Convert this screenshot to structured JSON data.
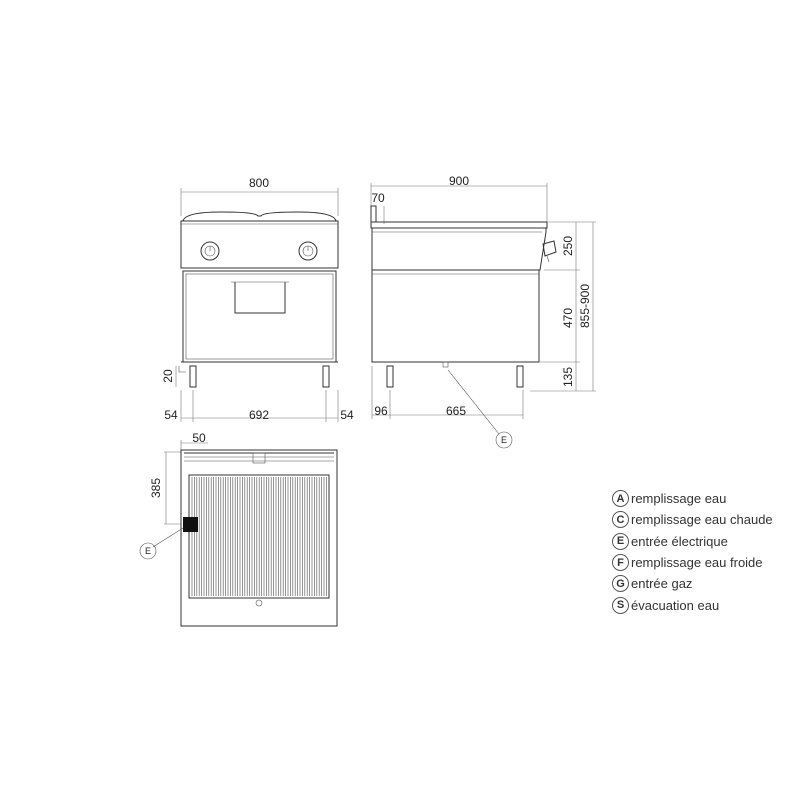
{
  "front_view": {
    "width": "800",
    "foot_height": "20",
    "left_offset": "54",
    "inner_width": "692",
    "right_offset": "54"
  },
  "side_view": {
    "depth": "900",
    "top_offset": "70",
    "top_height": "250",
    "body_height": "470",
    "foot_height": "135",
    "total_height": "855-900",
    "front_offset": "96",
    "leg_span": "665",
    "marker": "E"
  },
  "top_view": {
    "offset_x": "50",
    "offset_y": "385",
    "marker": "E"
  },
  "legend": [
    {
      "key": "A",
      "label": "remplissage eau"
    },
    {
      "key": "C",
      "label": "remplissage eau chaude"
    },
    {
      "key": "E",
      "label": "entrée électrique"
    },
    {
      "key": "F",
      "label": "remplissage eau froide"
    },
    {
      "key": "G",
      "label": "entrée gaz"
    },
    {
      "key": "S",
      "label": "évacuation eau"
    }
  ]
}
